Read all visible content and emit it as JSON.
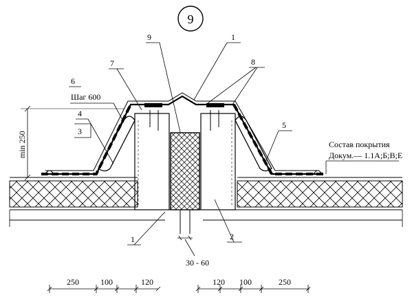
{
  "detail_number": "9",
  "callouts": {
    "n1_top": "1",
    "n1_bottom": "1",
    "n2": "2",
    "n3": "3",
    "n4": "4",
    "n5": "5",
    "n6": "6",
    "n6_note": "Шаг 600",
    "n7": "7",
    "n8": "8",
    "n9": "9"
  },
  "side_dimension": "min 250",
  "gap_dimension": "30 - 60",
  "roof_note": {
    "title": "Состав покрытия",
    "text": "Докум.— 1.1А;Б;В;Е"
  },
  "dims_left": [
    "250",
    "100",
    "120"
  ],
  "dims_right": [
    "120",
    "100",
    "250"
  ]
}
